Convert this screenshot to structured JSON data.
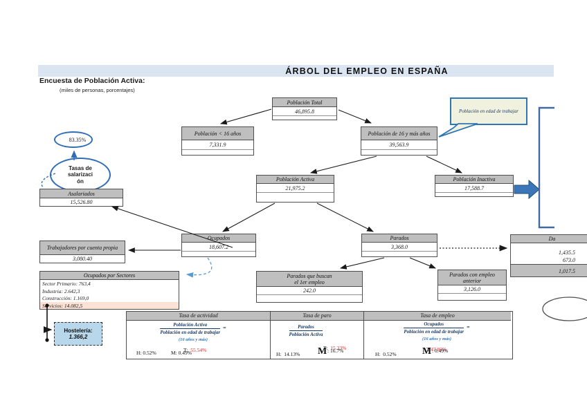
{
  "title": "ÁRBOL DEL EMPLEO EN ESPAÑA",
  "survey": {
    "heading": "Encuesta de Población Activa:",
    "note": "(miles de personas, porcentajes)"
  },
  "callout": {
    "text": "Población en edad de trabajar"
  },
  "salarizacion": {
    "rate": "83.35%",
    "bubble_lines": [
      "Tasas de",
      "salarizaci",
      "ón"
    ]
  },
  "nodes": {
    "total": {
      "label": "Población Total",
      "value": "46,895.8"
    },
    "menor16": {
      "label": "Población < 16 años",
      "value": "7,331.9"
    },
    "mayor16": {
      "label": "Población de 16 y más años",
      "value": "39,563.9"
    },
    "activa": {
      "label": "Población Activa",
      "value": "21,975.2"
    },
    "inactiva": {
      "label": "Población Inactiva",
      "value": "17,588.7"
    },
    "ocupados": {
      "label": "Ocupados",
      "value": "18,607.2"
    },
    "parados": {
      "label": "Parados",
      "value": "3,368.0"
    },
    "asalariados": {
      "label": "Asalariados",
      "value": "15,526.80"
    },
    "cuenta_propia": {
      "label": "Trabajadores por cuenta propia",
      "value": "3,080.40"
    },
    "primer_empleo": {
      "label1": "Parados que buscan",
      "label2": "el 1er empleo",
      "value": "242.0"
    },
    "empleo_anterior": {
      "label1": "Parados con empleo",
      "label2": "anterior",
      "value": "3,126.0"
    },
    "recorte_derecha": {
      "label": "Da",
      "fila1": "1,435.5",
      "fila2": "673.0",
      "destacado": "1,017.5"
    }
  },
  "sectores": {
    "label": "Ocupados por Sectores",
    "rows": [
      "Sector Primario: 763,4",
      "Industria: 2.642,3",
      "Construcción: 1.169,0",
      "Servicios: 14.082,5"
    ]
  },
  "hosteleria": {
    "label": "Hostelería:",
    "value": "1.366,2"
  },
  "tasas": {
    "actividad": {
      "header": "Tasa de actividad",
      "num": "Población Activa",
      "den": "Población en edad de trabajar",
      "eq": "=",
      "nota": "(16 años y más)",
      "t_label": "T:",
      "t": "55.54%",
      "h_label": "H:",
      "h": "0.52%",
      "m_label": "M:",
      "m": "0.49%"
    },
    "paro": {
      "header": "Tasa de paro",
      "num": "Parados",
      "den": "Población Activa",
      "t_label": "T:",
      "t": "15.33%",
      "h_label": "H:",
      "h": "14.13%",
      "m_label": "M",
      "m": ": 16.7%"
    },
    "empleo": {
      "header": "Tasa de empleo",
      "num": "Ocupados",
      "den": "Población en edad de trabajar",
      "eq": "=",
      "nota": "(16 años y más)",
      "t_label": "T:",
      "t": "47.03%",
      "h_label": "H:",
      "h": "0.52%",
      "m_label": "M",
      "m": ": 0.49%"
    }
  },
  "colors": {
    "title_bar": "#dbe5f1",
    "header_gray": "#bfbfbf",
    "highlight_peach": "#fbe2d5",
    "hosteleria_blue": "#b9d7eb",
    "accent_blue": "#2e75b6",
    "rate_red": "#e32528",
    "nota_blue": "#2e74b5"
  }
}
